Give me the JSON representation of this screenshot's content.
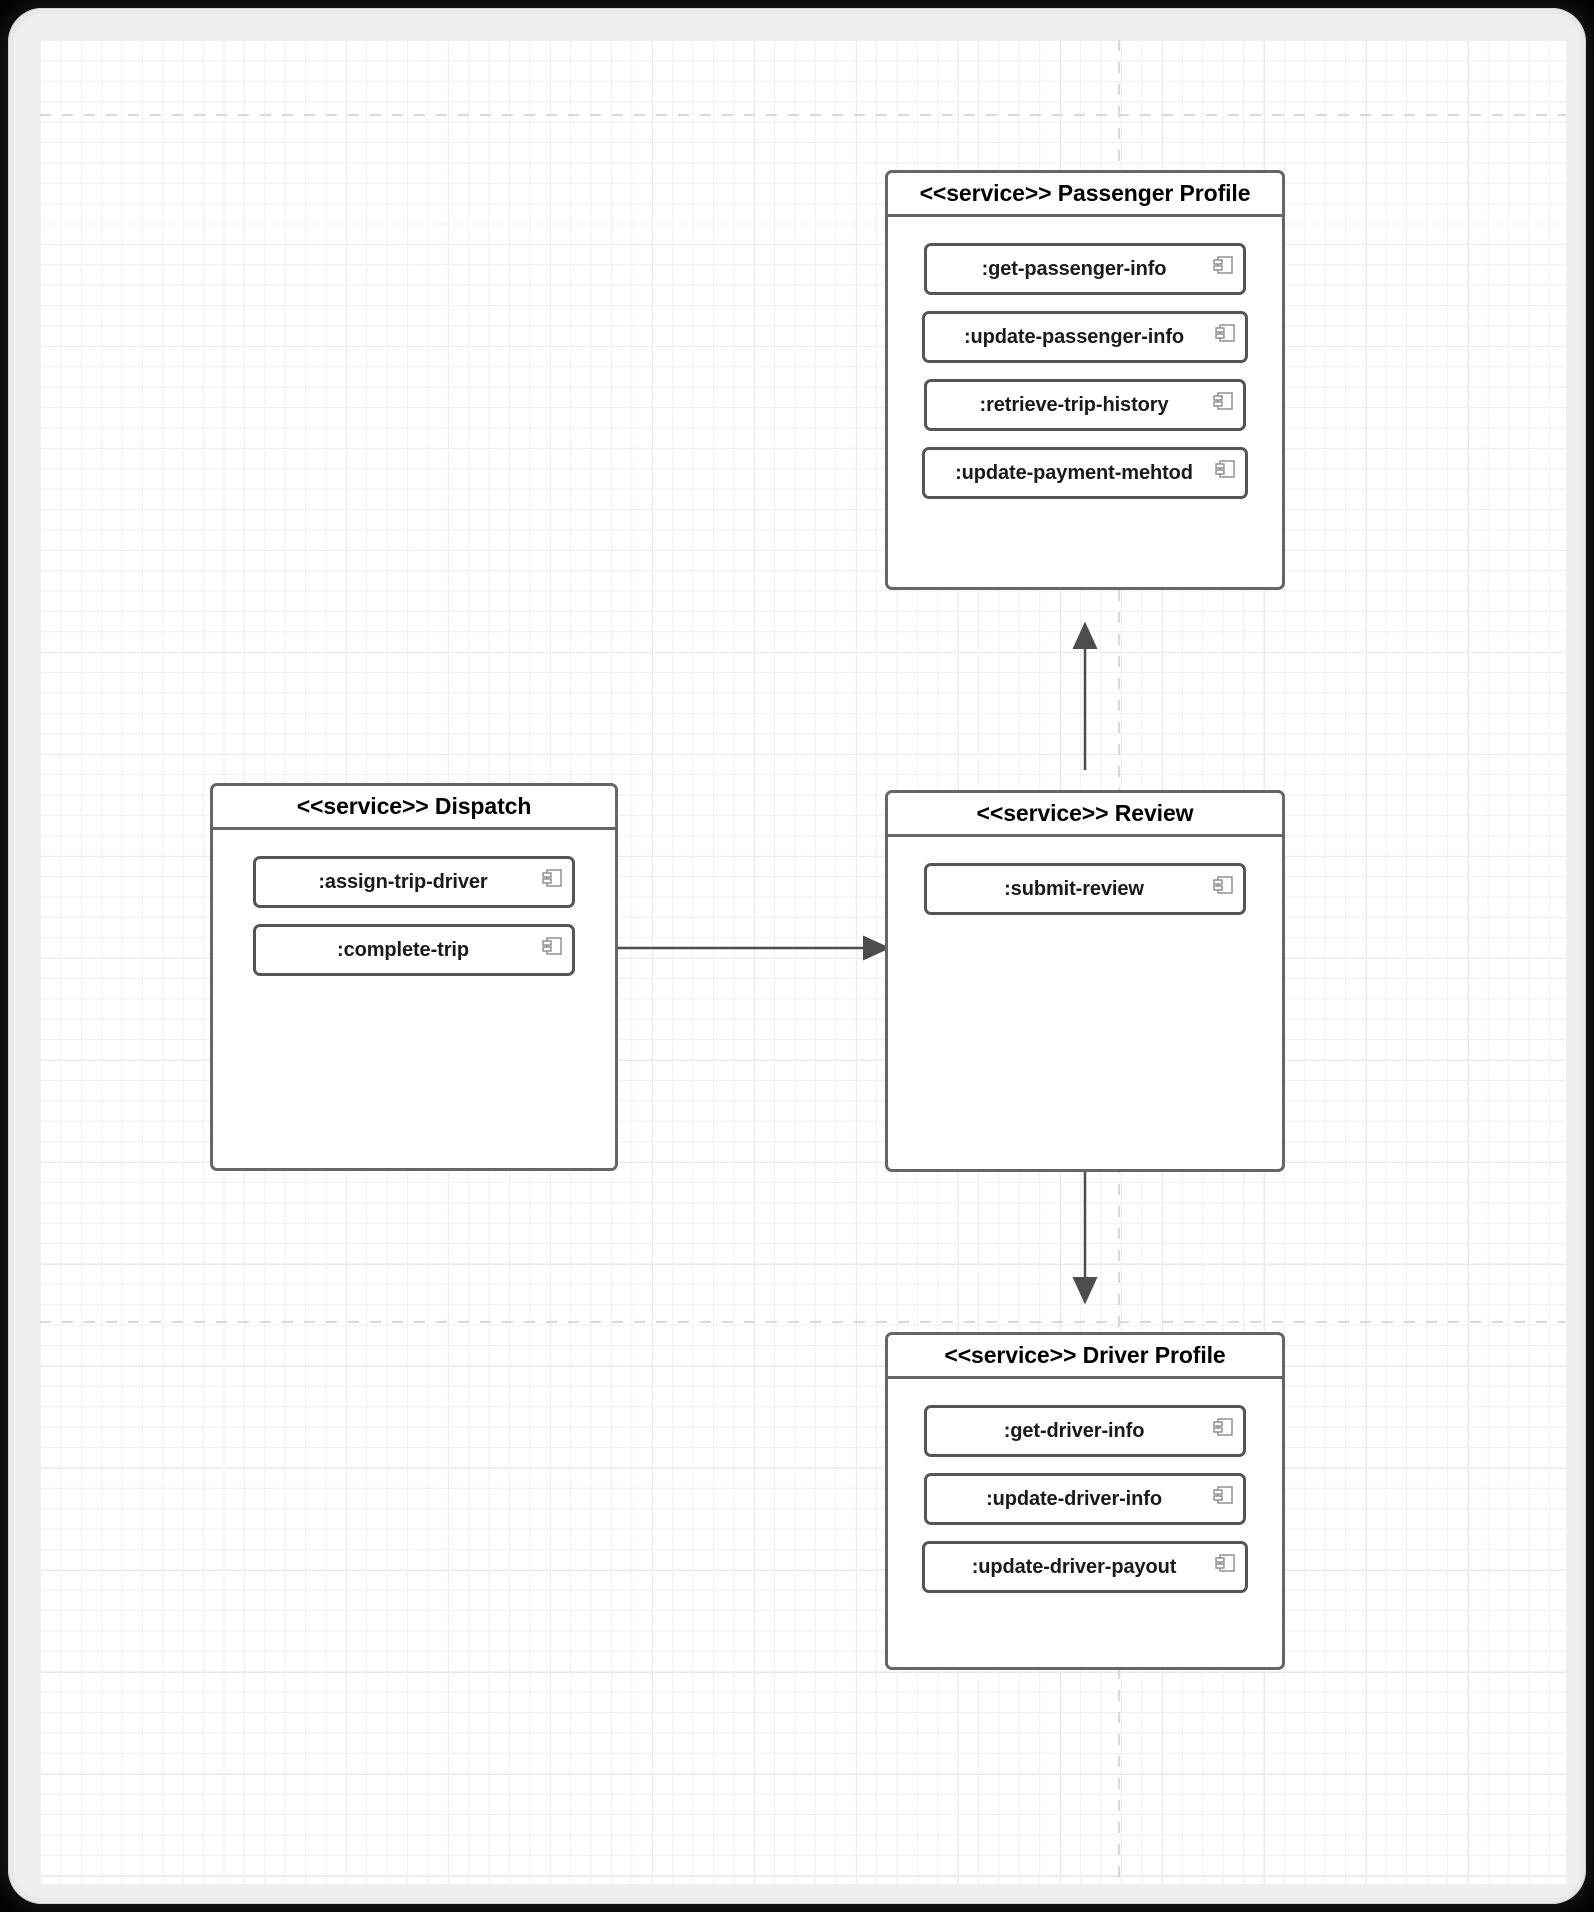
{
  "diagram": {
    "title": "UML service component diagram",
    "canvas": {
      "background_color": "#ffffff",
      "grid_color": "#e6e6e6",
      "frame_color": "#e8e8e8",
      "stroke_color": "#666666"
    },
    "components": [
      {
        "id": "passenger-profile",
        "stereotype": "<<service>>",
        "name": "Passenger Profile",
        "header": "<<service>> Passenger Profile",
        "interfaces": [
          {
            "label": ":get-passenger-info",
            "icon": "uml-component-icon"
          },
          {
            "label": ":update-passenger-info",
            "icon": "uml-component-icon"
          },
          {
            "label": ":retrieve-trip-history",
            "icon": "uml-component-icon"
          },
          {
            "label": ":update-payment-mehtod",
            "icon": "uml-component-icon"
          }
        ]
      },
      {
        "id": "dispatch",
        "stereotype": "<<service>>",
        "name": "Dispatch",
        "header": "<<service>> Dispatch",
        "interfaces": [
          {
            "label": ":assign-trip-driver",
            "icon": "uml-component-icon"
          },
          {
            "label": ":complete-trip",
            "icon": "uml-component-icon"
          }
        ]
      },
      {
        "id": "review",
        "stereotype": "<<service>>",
        "name": "Review",
        "header": "<<service>> Review",
        "interfaces": [
          {
            "label": ":submit-review",
            "icon": "uml-component-icon"
          }
        ]
      },
      {
        "id": "driver-profile",
        "stereotype": "<<service>>",
        "name": "Driver Profile",
        "header": "<<service>> Driver Profile",
        "interfaces": [
          {
            "label": ":get-driver-info",
            "icon": "uml-component-icon"
          },
          {
            "label": ":update-driver-info",
            "icon": "uml-component-icon"
          },
          {
            "label": ":update-driver-payout",
            "icon": "uml-component-icon"
          }
        ]
      }
    ],
    "connectors": [
      {
        "id": "dispatch-to-review",
        "from": "dispatch",
        "to": "review",
        "direction": "right",
        "style": "solid-arrow"
      },
      {
        "id": "review-to-passenger-profile",
        "from": "review",
        "to": "passenger-profile",
        "direction": "up",
        "style": "solid-arrow"
      },
      {
        "id": "review-to-driver-profile",
        "from": "review",
        "to": "driver-profile",
        "direction": "down",
        "style": "solid-arrow"
      }
    ]
  }
}
